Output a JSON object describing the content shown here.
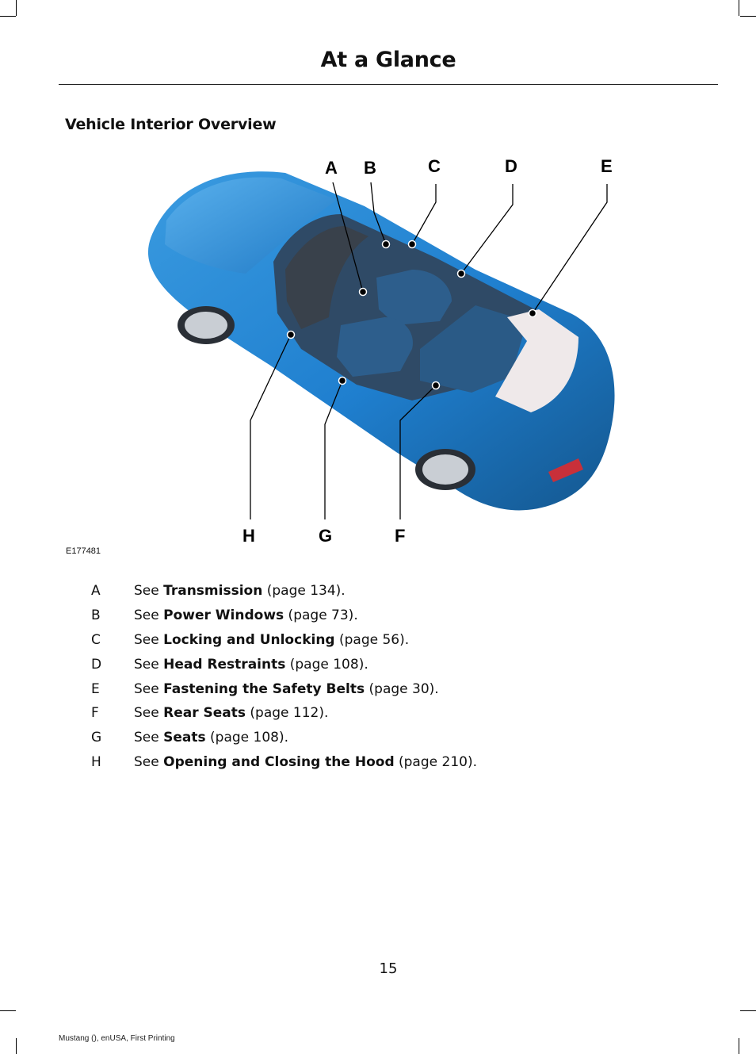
{
  "page": {
    "title": "At a Glance",
    "section_heading": "Vehicle Interior Overview",
    "figure_id": "E177481",
    "page_number": "15",
    "footer": "Mustang (), enUSA, First Printing"
  },
  "callouts": {
    "a": "A",
    "b": "B",
    "c": "C",
    "d": "D",
    "e": "E",
    "f": "F",
    "g": "G",
    "h": "H"
  },
  "legend": [
    {
      "letter": "A",
      "prefix": "See ",
      "topic": "Transmission",
      "suffix": " (page 134)."
    },
    {
      "letter": "B",
      "prefix": "See ",
      "topic": "Power Windows",
      "suffix": " (page 73)."
    },
    {
      "letter": "C",
      "prefix": "See ",
      "topic": "Locking and Unlocking",
      "suffix": " (page 56)."
    },
    {
      "letter": "D",
      "prefix": "See ",
      "topic": "Head Restraints",
      "suffix": " (page 108)."
    },
    {
      "letter": "E",
      "prefix": "See ",
      "topic": "Fastening the Safety Belts",
      "suffix": " (page 30)."
    },
    {
      "letter": "F",
      "prefix": "See ",
      "topic": "Rear Seats",
      "suffix": " (page 112)."
    },
    {
      "letter": "G",
      "prefix": "See ",
      "topic": "Seats",
      "suffix": " (page 108)."
    },
    {
      "letter": "H",
      "prefix": "See ",
      "topic": "Opening and Closing the Hood",
      "suffix": " (page 210)."
    }
  ],
  "colors": {
    "car_body": "#1f7fcf",
    "car_body_dark": "#14578f",
    "car_highlight": "#5db3ee",
    "interior": "#2f4a66",
    "seat": "#2d5e8c",
    "trunk": "#efe9ea"
  }
}
